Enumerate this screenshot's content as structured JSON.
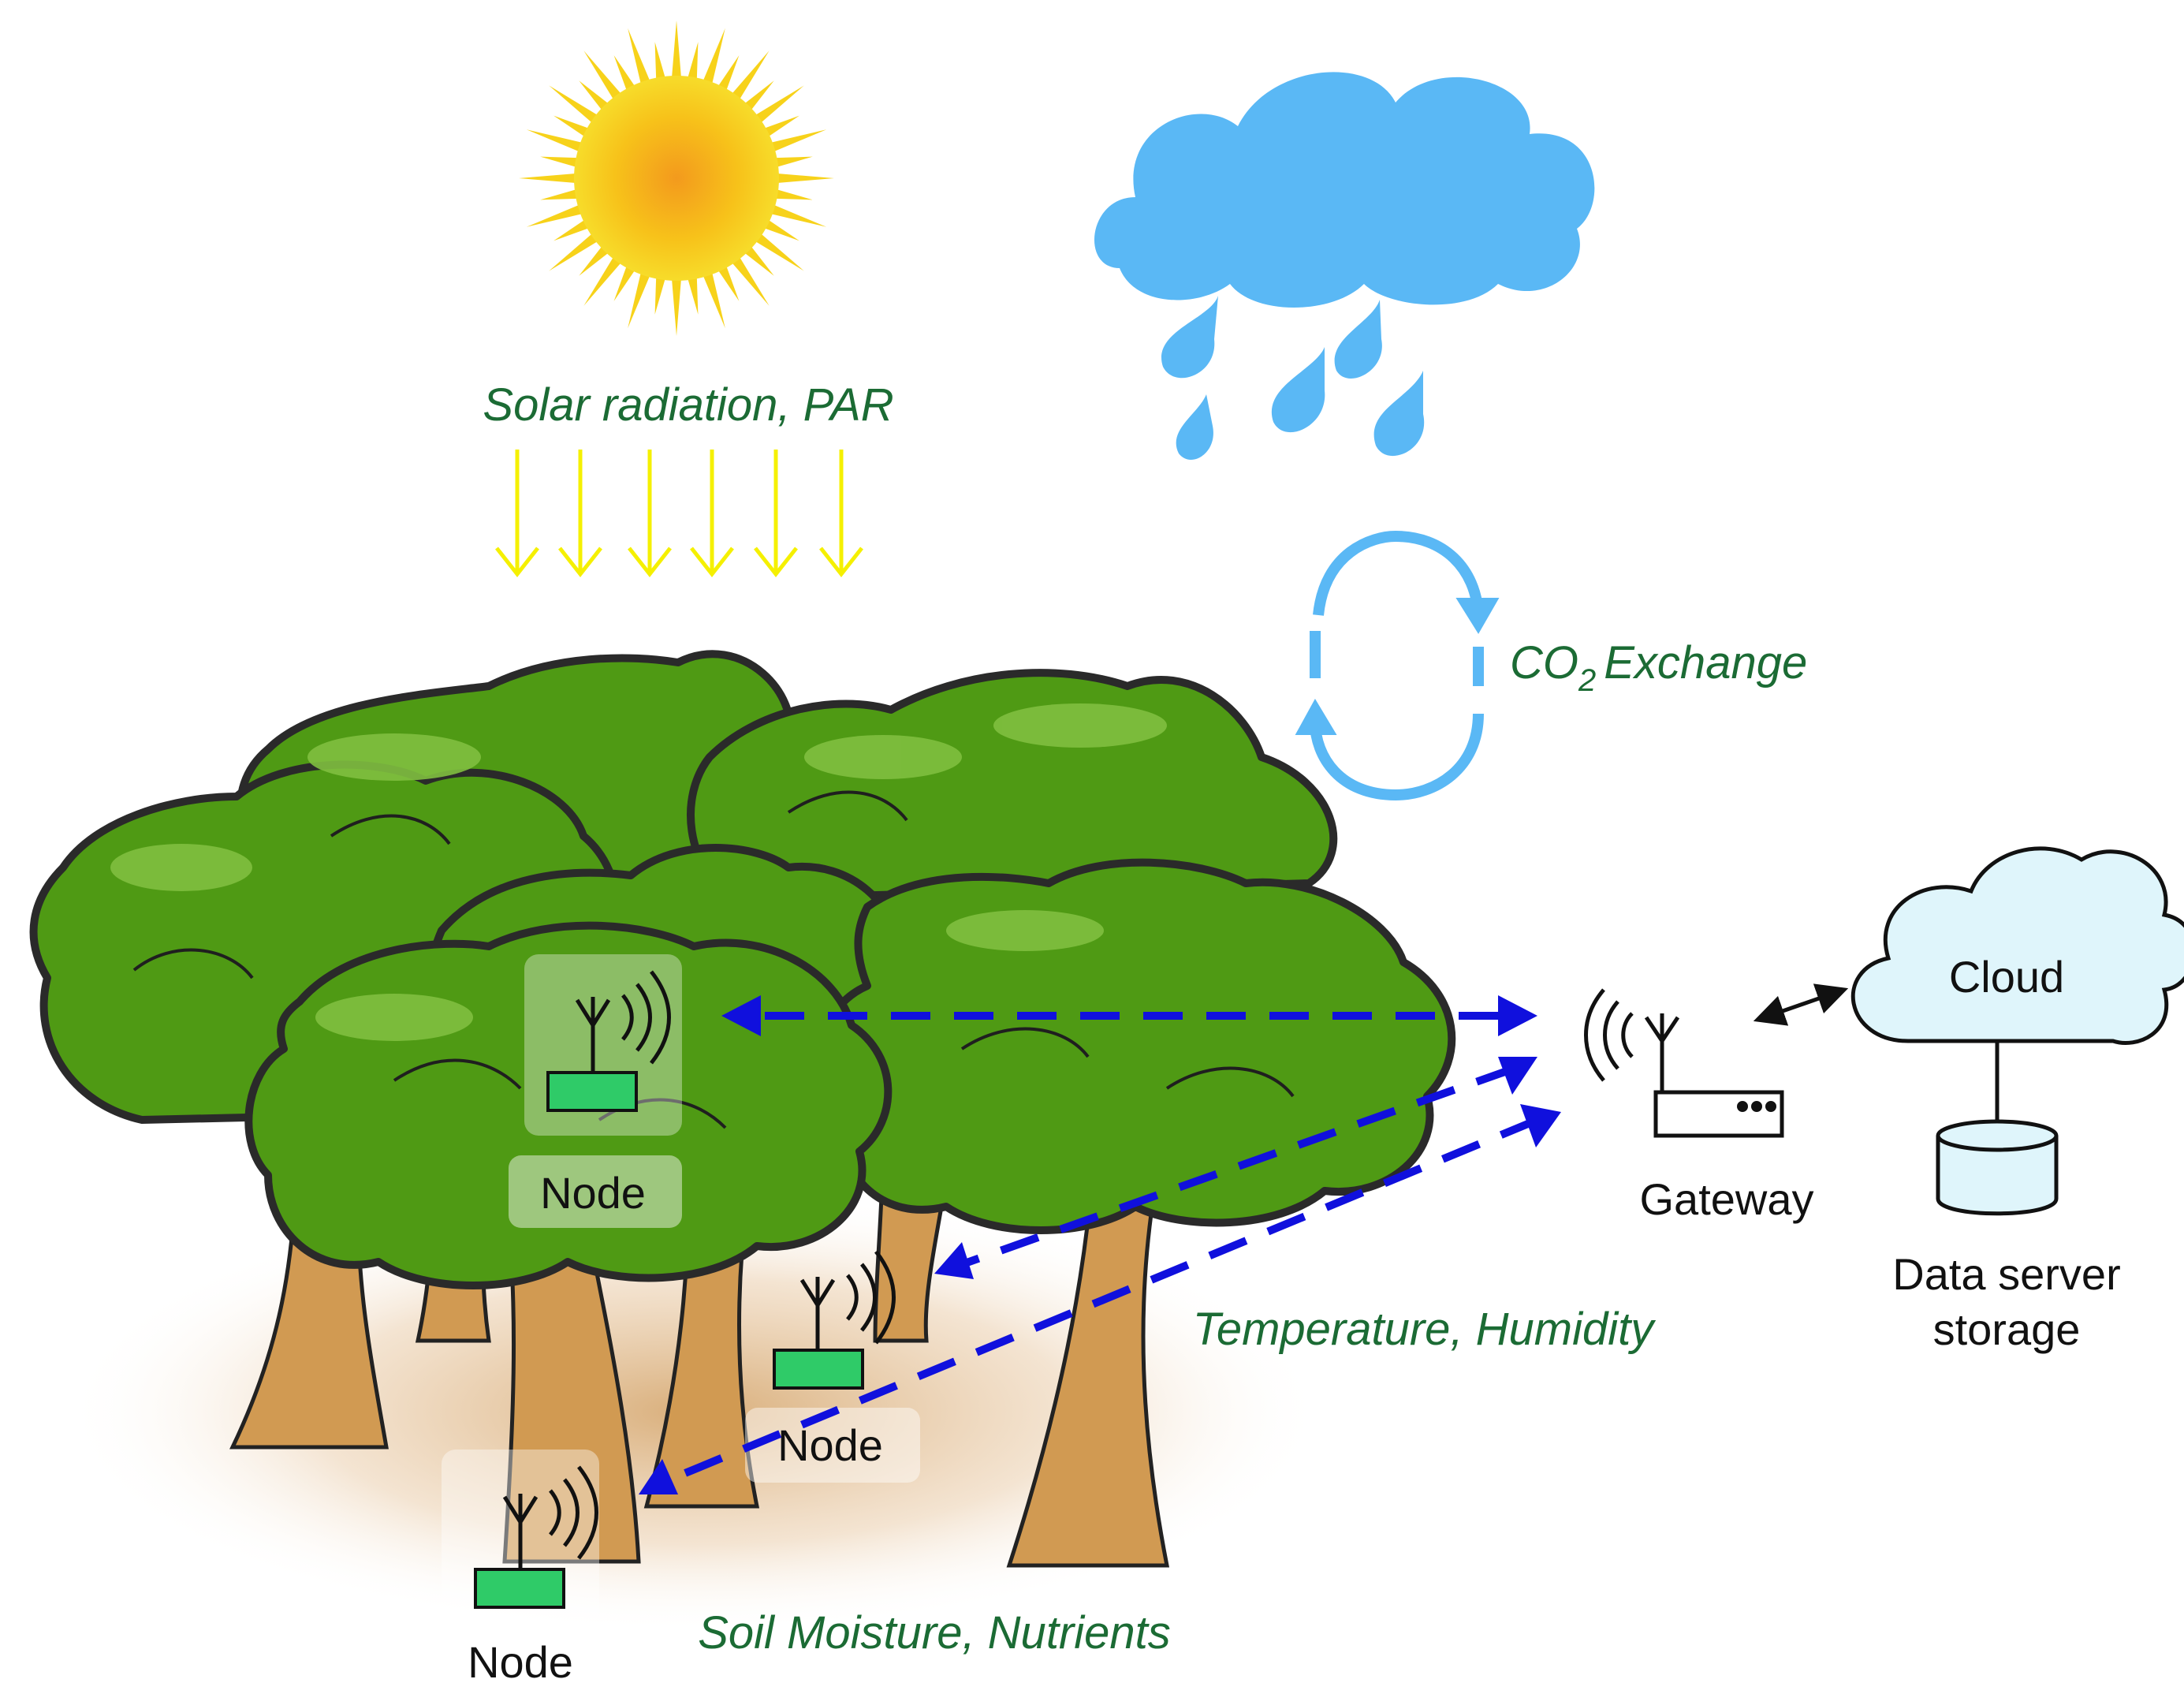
{
  "labels": {
    "solar": "Solar radiation, PAR",
    "co2_prefix": "CO",
    "co2_sub": "2",
    "co2_suffix": "Exchange",
    "temperature": "Temperature, Humidity",
    "soil": "Soil Moisture, Nutrients",
    "gateway": "Gateway",
    "cloud": "Cloud",
    "server_line1": "Data server",
    "server_line2": "storage",
    "node_top": "Node",
    "node_mid": "Node",
    "node_bottom": "Node"
  },
  "colors": {
    "foliage": "#4f9a14",
    "foliage_highlight": "#7fbf3f",
    "trunk": "#d19a52",
    "sun_core": "#f39a1d",
    "sun_rays": "#f7d21a",
    "rain": "#5ab8f5",
    "solar_arrows": "#f5f000",
    "data_link": "#1010dd",
    "label_green": "#1b6b34",
    "node_green": "#2fcb68",
    "cloud_fill": "#dff5fb"
  },
  "icons": [
    "sun-icon",
    "rain-cloud-icon",
    "co2-cycle-icon",
    "tree-icon",
    "antenna-icon",
    "router-icon",
    "cloud-icon",
    "database-icon"
  ]
}
